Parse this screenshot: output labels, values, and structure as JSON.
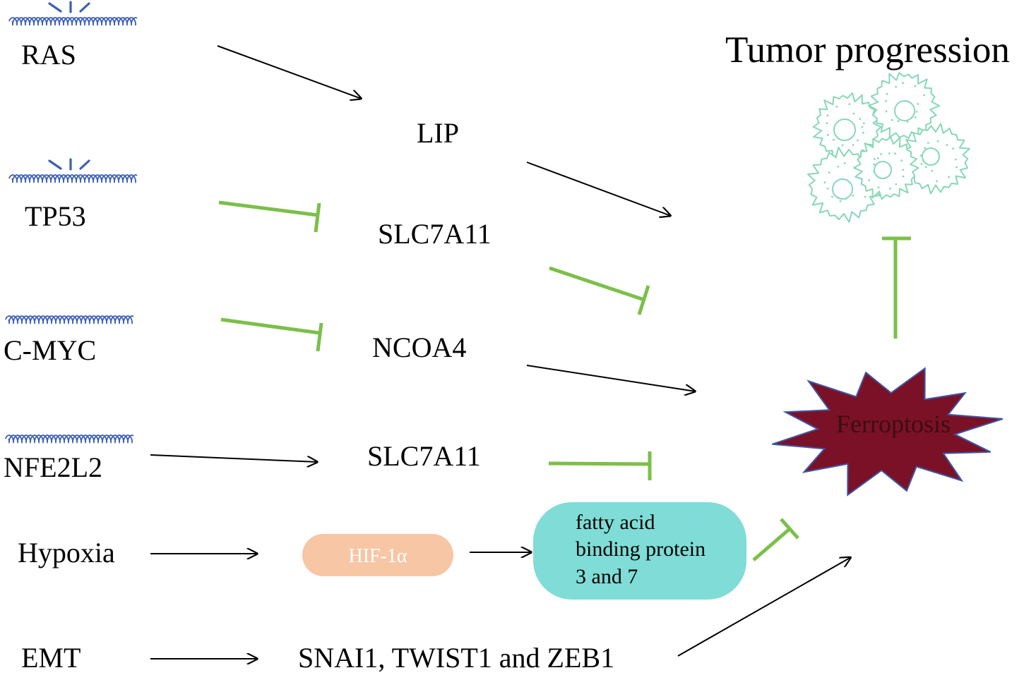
{
  "title": "Tumor progression",
  "drivers": {
    "ras": "RAS",
    "tp53": "TP53",
    "cmyc": "C-MYC",
    "nfe2l2": "NFE2L2",
    "hypoxia": "Hypoxia",
    "emt": "EMT"
  },
  "mediators": {
    "lip": "LIP",
    "slc7a11_upper": "SLC7A11",
    "ncoa4": "NCOA4",
    "slc7a11_lower": "SLC7A11",
    "hif": "HIF-1α",
    "fabp": [
      "fatty acid",
      "binding protein",
      "3 and 7"
    ],
    "emt_tf": "SNAI1, TWIST1 and ZEB1"
  },
  "outcome": "Ferroptosis",
  "icons": [
    "dna-helix-icon",
    "mutation-mark-icon",
    "tumor-cell-icon",
    "ferroptosis-burst-icon"
  ],
  "colors": {
    "dna": "#3d5fb6",
    "activation_arrow": "#000000",
    "inhibition_bar": "#7cbf4a",
    "ferroptosis_fill": "#7b1126",
    "ferroptosis_outline": "#3f55a6",
    "tumor_cells": "#88d7b8",
    "hif_fill": "#f6c6a5",
    "fabp_fill": "#7fdcd6"
  }
}
